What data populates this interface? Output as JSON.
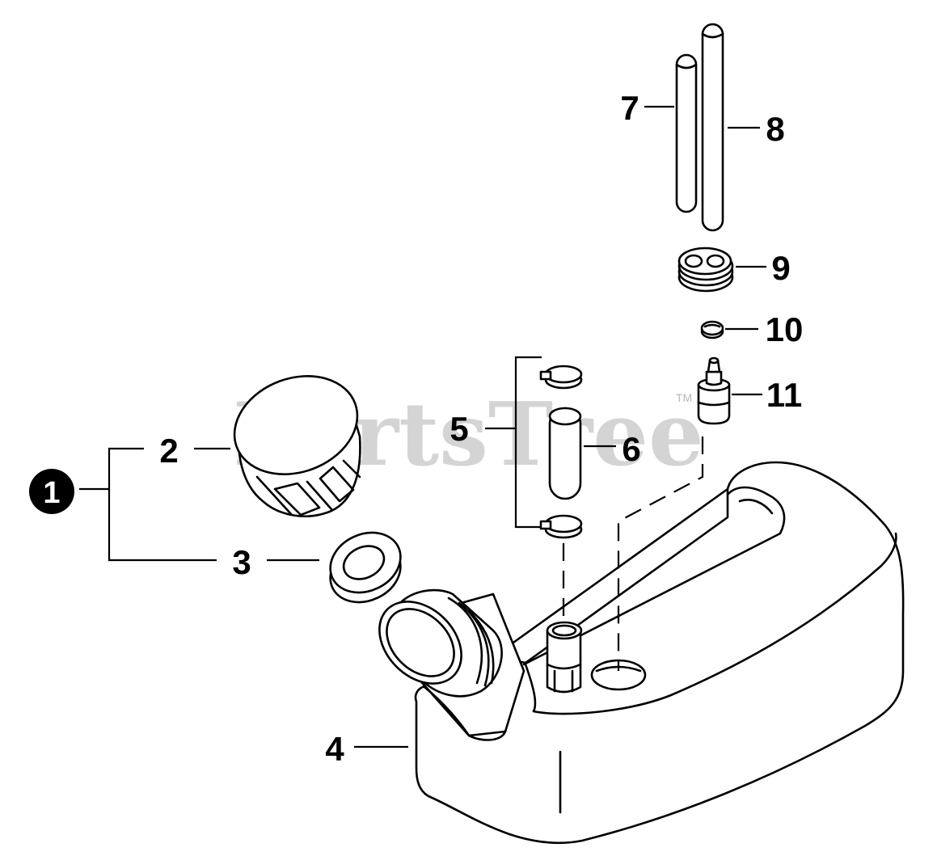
{
  "watermark": {
    "text": "PartsTree",
    "trademark": "TM",
    "color": "#b8b8b8"
  },
  "assembly_ref": {
    "number": "1",
    "style": "filled-circle"
  },
  "callouts": {
    "c2": "2",
    "c3": "3",
    "c4": "4",
    "c5": "5",
    "c6": "6",
    "c7": "7",
    "c8": "8",
    "c9": "9",
    "c10": "10",
    "c11": "11"
  },
  "colors": {
    "line": "#000000",
    "background": "#ffffff",
    "watermark": "#b8b8b8"
  }
}
